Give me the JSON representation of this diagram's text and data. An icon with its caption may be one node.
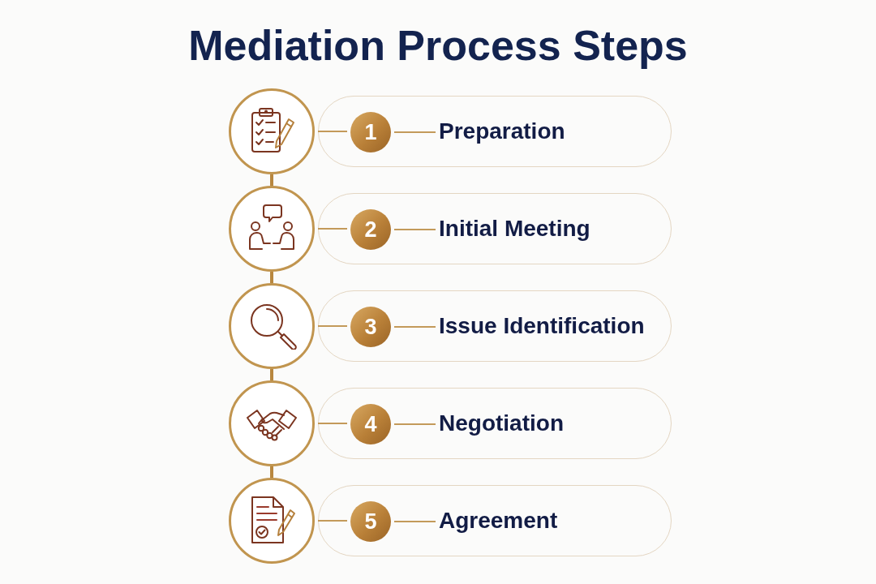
{
  "diagram": {
    "title": "Mediation Process Steps",
    "nodes": [
      {
        "text": [],
        "shape": "circle"
      },
      {
        "text": [],
        "shape": "box"
      },
      {
        "text": [
          "1"
        ],
        "in": 1
      },
      {
        "text": [
          "Preparation"
        ],
        "in": 1
      },
      {
        "text": [],
        "shape": "circle"
      },
      {
        "text": [],
        "shape": "box"
      },
      {
        "text": [
          "2"
        ],
        "in": 5
      },
      {
        "text": [
          "Initial Meeting"
        ],
        "in": 5
      },
      {
        "text": [],
        "shape": "circle"
      },
      {
        "text": [],
        "shape": "box"
      },
      {
        "text": [
          "3"
        ],
        "in": 9
      },
      {
        "text": [
          "Issue Identification"
        ],
        "in": 9
      },
      {
        "text": [],
        "shape": "circle"
      },
      {
        "text": [],
        "shape": "box"
      },
      {
        "text": [
          "4"
        ],
        "in": 13
      },
      {
        "text": [
          "Negotiation"
        ],
        "in": 13
      },
      {
        "text": [],
        "shape": "circle"
      },
      {
        "text": [],
        "shape": "box"
      },
      {
        "text": [
          "5"
        ],
        "in": 17
      },
      {
        "text": [
          "Agreement"
        ],
        "in": 17
      }
    ],
    "edges": [
      {
        "from": 0,
        "to": 2,
        "arrow": "none"
      },
      {
        "from": 2,
        "to": 3,
        "arrow": "none"
      },
      {
        "from": 0,
        "to": 4,
        "arrow": "none",
        "style": "thick"
      },
      {
        "from": 4,
        "to": 6,
        "arrow": "none"
      },
      {
        "from": 6,
        "to": 7,
        "arrow": "none"
      },
      {
        "from": 4,
        "to": 8,
        "arrow": "none",
        "style": "thick"
      },
      {
        "from": 8,
        "to": 10,
        "arrow": "none"
      },
      {
        "from": 10,
        "to": 11,
        "arrow": "none"
      },
      {
        "from": 8,
        "to": 12,
        "arrow": "none",
        "style": "thick"
      },
      {
        "from": 12,
        "to": 14,
        "arrow": "none"
      },
      {
        "from": 14,
        "to": 15,
        "arrow": "none"
      },
      {
        "from": 12,
        "to": 16,
        "arrow": "none",
        "style": "thick"
      },
      {
        "from": 16,
        "to": 18,
        "arrow": "none"
      },
      {
        "from": 18,
        "to": 19,
        "arrow": "none"
      }
    ]
  }
}
